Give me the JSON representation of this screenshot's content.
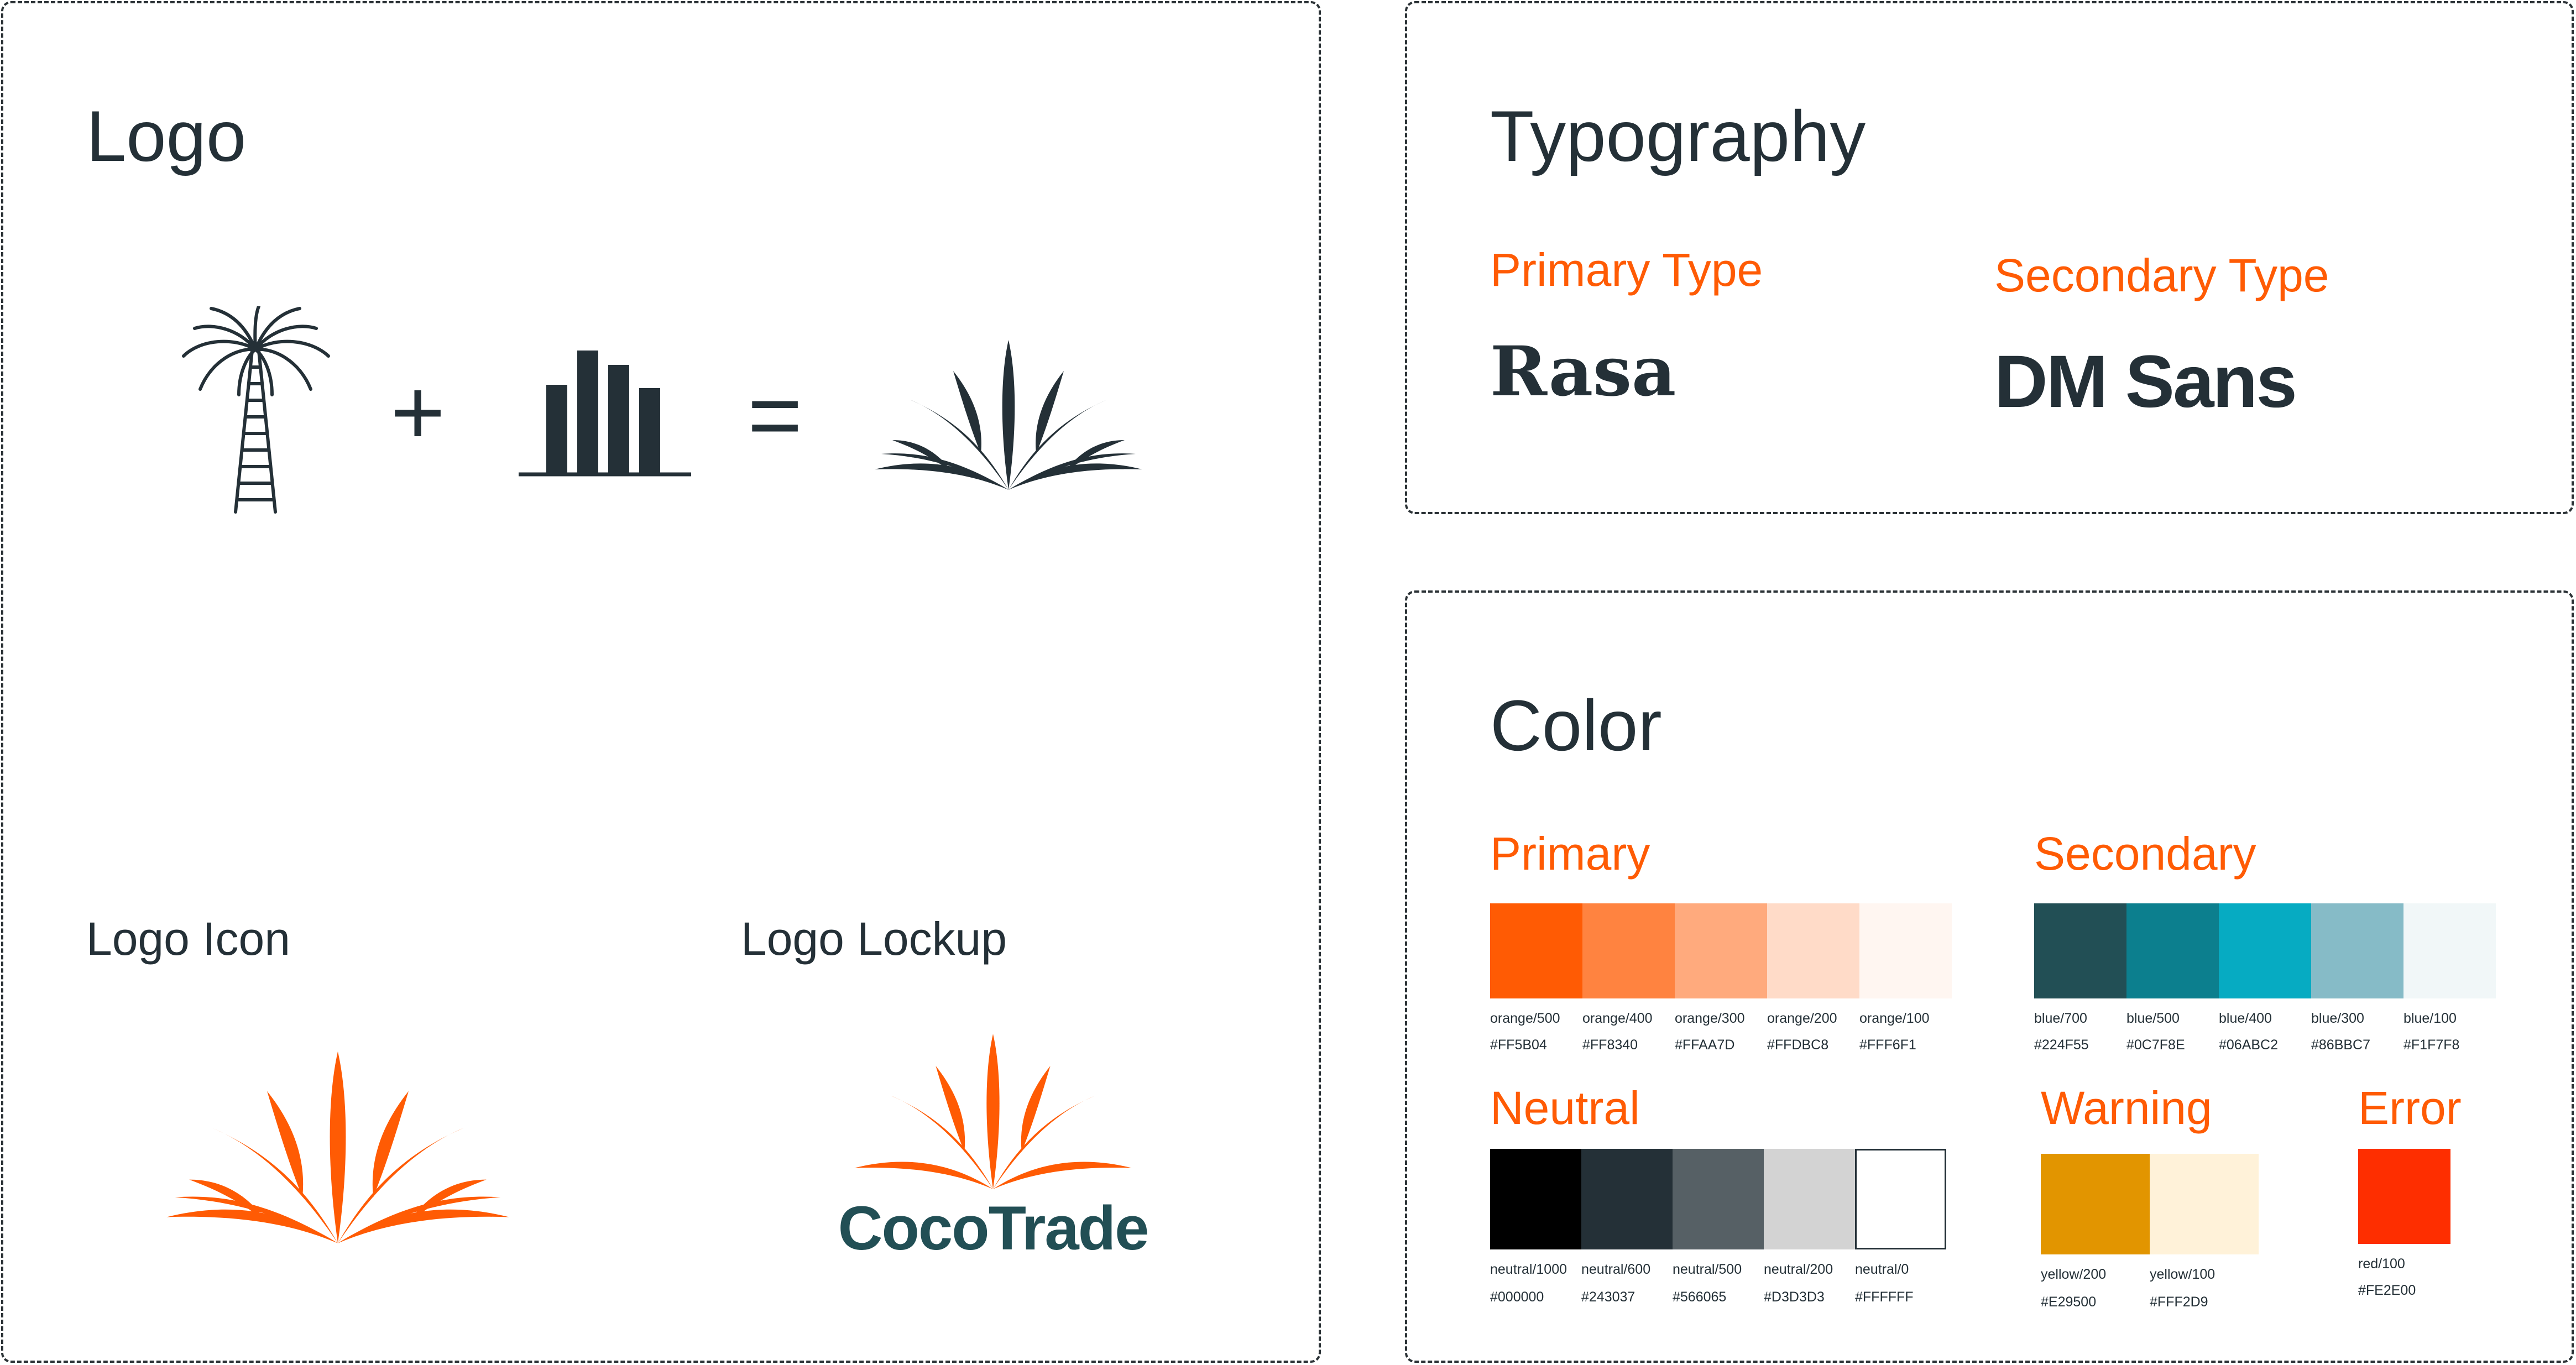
{
  "logo": {
    "title": "Logo",
    "plus": "+",
    "equals": "=",
    "icon_label": "Logo Icon",
    "lockup_label": "Logo Lockup",
    "wordmark": "CocoTrade"
  },
  "typography": {
    "title": "Typography",
    "primary_label": "Primary Type",
    "primary_font": "Rasa",
    "secondary_label": "Secondary Type",
    "secondary_font": "DM Sans"
  },
  "color": {
    "title": "Color",
    "primary": {
      "label": "Primary",
      "swatches": [
        {
          "name": "orange/500",
          "hex": "#FF5B04"
        },
        {
          "name": "orange/400",
          "hex": "#FF8340"
        },
        {
          "name": "orange/300",
          "hex": "#FFAA7D"
        },
        {
          "name": "orange/200",
          "hex": "#FFDBC8"
        },
        {
          "name": "orange/100",
          "hex": "#FFF6F1"
        }
      ]
    },
    "secondary": {
      "label": "Secondary",
      "swatches": [
        {
          "name": "blue/700",
          "hex": "#224F55"
        },
        {
          "name": "blue/500",
          "hex": "#0C7F8E"
        },
        {
          "name": "blue/400",
          "hex": "#06ABC2"
        },
        {
          "name": "blue/300",
          "hex": "#86BBC7"
        },
        {
          "name": "blue/100",
          "hex": "#F1F7F8"
        }
      ]
    },
    "neutral": {
      "label": "Neutral",
      "swatches": [
        {
          "name": "neutral/1000",
          "hex": "#000000"
        },
        {
          "name": "neutral/600",
          "hex": "#243037"
        },
        {
          "name": "neutral/500",
          "hex": "#566065"
        },
        {
          "name": "neutral/200",
          "hex": "#D3D3D3"
        },
        {
          "name": "neutral/0",
          "hex": "#FFFFFF"
        }
      ]
    },
    "warning": {
      "label": "Warning",
      "swatches": [
        {
          "name": "yellow/200",
          "hex": "#E29500"
        },
        {
          "name": "yellow/100",
          "hex": "#FFF2D9"
        }
      ]
    },
    "error": {
      "label": "Error",
      "swatches": [
        {
          "name": "red/100",
          "hex": "#FE2E00"
        }
      ]
    }
  },
  "palette": {
    "accent": "#FF5B04",
    "ink": "#243037",
    "wordmark": "#224F55"
  }
}
